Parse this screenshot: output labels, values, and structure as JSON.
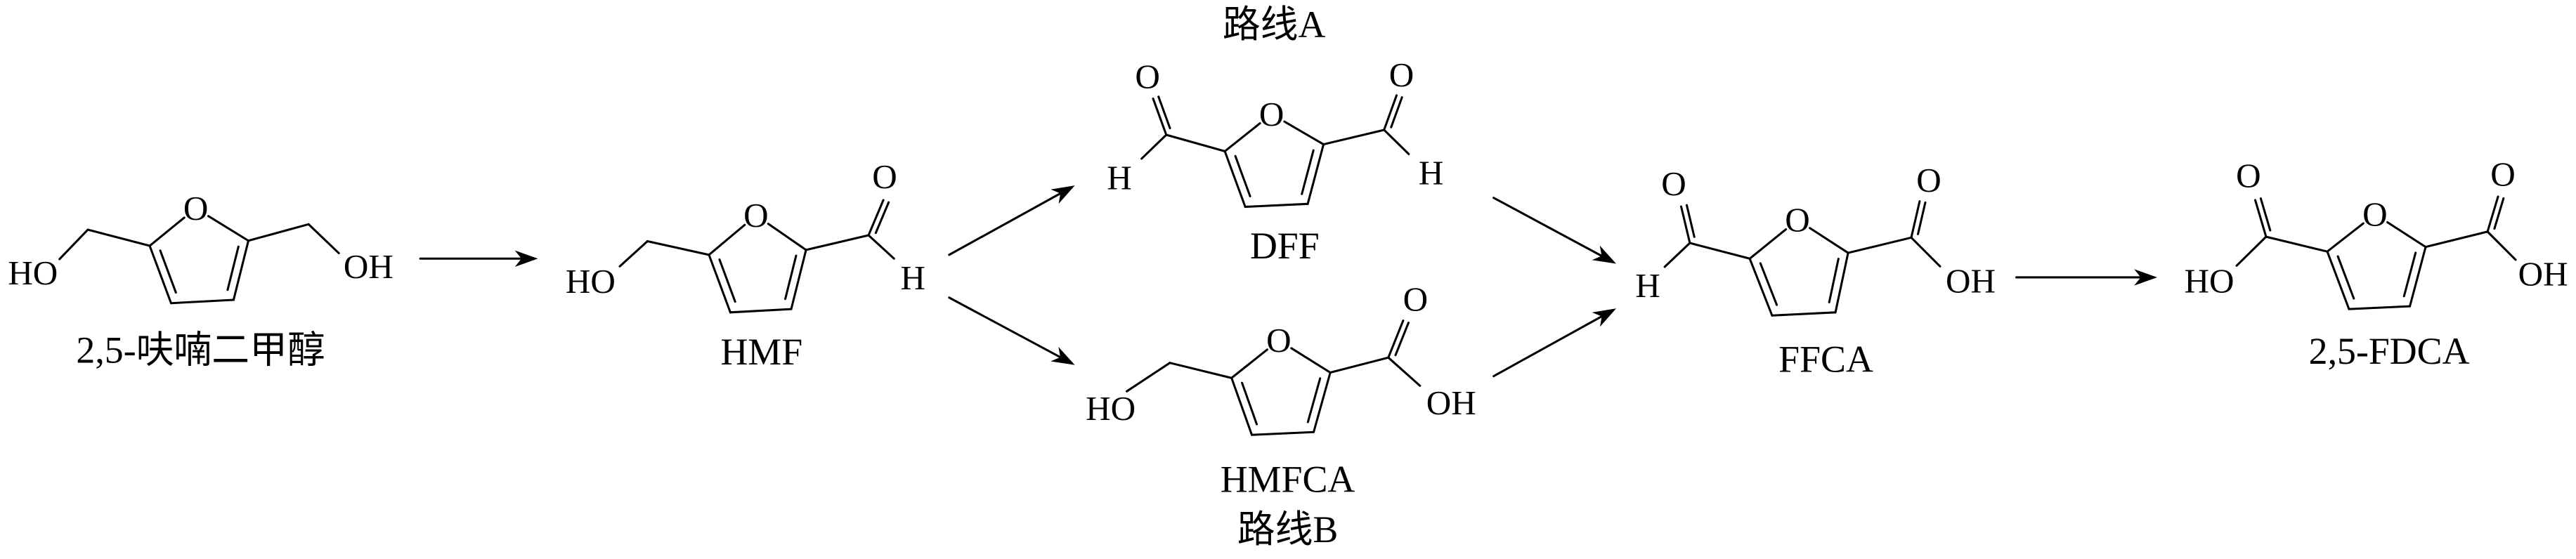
{
  "routes": {
    "a": "路线A",
    "b": "路线B"
  },
  "compounds": {
    "bhmf": {
      "name": "2,5-呋喃二甲醇",
      "ho": "HO",
      "ring_o": "O",
      "oh": "OH"
    },
    "hmf": {
      "name": "HMF",
      "ho": "HO",
      "ring_o": "O",
      "carbonyl_o": "O",
      "h": "H"
    },
    "dff": {
      "name": "DFF",
      "ring_o": "O",
      "left_o": "O",
      "left_h": "H",
      "right_o": "O",
      "right_h": "H"
    },
    "hmfca": {
      "name": "HMFCA",
      "ho": "HO",
      "ring_o": "O",
      "carbonyl_o": "O",
      "oh": "OH"
    },
    "ffca": {
      "name": "FFCA",
      "ring_o": "O",
      "left_o": "O",
      "h": "H",
      "right_o": "O",
      "oh": "OH"
    },
    "fdca": {
      "name": "2,5-FDCA",
      "ring_o": "O",
      "left_o": "O",
      "ho": "HO",
      "right_o": "O",
      "oh": "OH"
    }
  }
}
